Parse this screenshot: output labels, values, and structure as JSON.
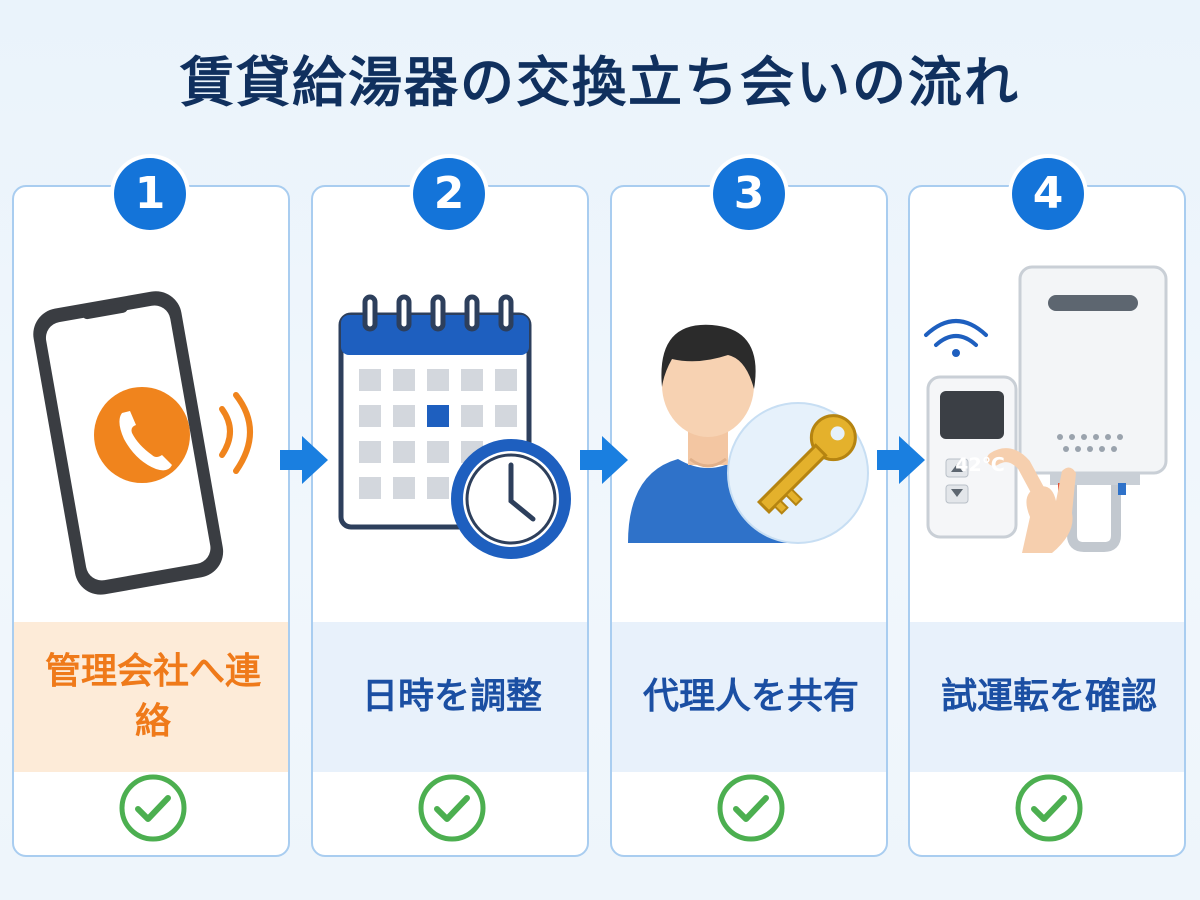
{
  "title": "賃貸給湯器の交換立ち会いの流れ",
  "steps": [
    {
      "number": "1",
      "label": "管理会社へ連絡",
      "icon": "phone-call-icon",
      "accent": "#ef7a1a"
    },
    {
      "number": "2",
      "label": "日時を調整",
      "icon": "calendar-clock-icon",
      "accent": "#1b4fa3"
    },
    {
      "number": "3",
      "label": "代理人を共有",
      "icon": "person-key-icon",
      "accent": "#1b4fa3"
    },
    {
      "number": "4",
      "label": "試運転を確認",
      "icon": "water-heater-remote-icon",
      "accent": "#1b4fa3"
    }
  ],
  "remote_display": "42℃",
  "colors": {
    "badge": "#1474d9",
    "check": "#4caf50",
    "arrow": "#1a7fe0",
    "title": "#10305e"
  }
}
